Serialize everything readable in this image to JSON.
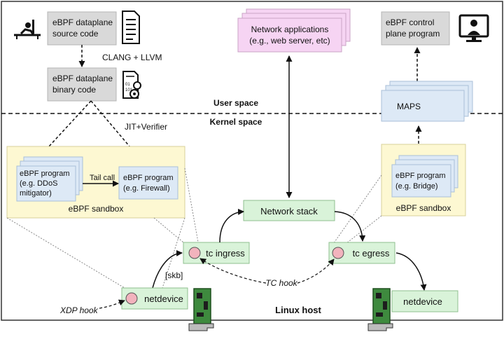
{
  "boxes": {
    "src_code": [
      "eBPF dataplane",
      "source code"
    ],
    "binary_code": [
      "eBPF dataplane",
      "binary code"
    ],
    "net_apps": [
      "Network applications",
      "(e.g., web server, etc)"
    ],
    "control_plane": [
      "eBPF control",
      "plane program"
    ],
    "maps": "MAPS",
    "prog_ddos": [
      "eBPF program",
      "(e.g. DDoS",
      "mitigator)"
    ],
    "prog_firewall": [
      "eBPF program",
      "(e.g. Firewall)"
    ],
    "prog_bridge": [
      "eBPF program",
      "(e.g. Bridge)"
    ],
    "network_stack": "Network stack",
    "tc_ingress": "tc ingress",
    "tc_egress": "tc egress",
    "netdevice_left": "netdevice",
    "netdevice_right": "netdevice"
  },
  "labels": {
    "clang": "CLANG + LLVM",
    "jit": "JIT+Verifier",
    "tail_call": "Tail call",
    "user_space": "User space",
    "kernel_space": "Kernel space",
    "sandbox_left": "eBPF sandbox",
    "sandbox_right": "eBPF sandbox",
    "skb": "[skb]",
    "tc_hook": "TC hook",
    "xdp_hook": "XDP hook",
    "linux_host": "Linux host"
  },
  "colors": {
    "gray_box": "#d9d9d9",
    "pink_box": "#f6d4f3",
    "blue_box": "#dde9f6",
    "green_box": "#d9f3d9",
    "sandbox": "#fdf8d2",
    "hook_circle": "#f2b3bd",
    "nic_green": "#3e8a3e"
  },
  "icons": {
    "developer": "person-at-desk-icon",
    "document": "document-icon",
    "binary": "binary-gears-icon",
    "monitor": "user-monitor-icon",
    "nic_left": "network-card-icon",
    "nic_right": "network-card-icon"
  }
}
